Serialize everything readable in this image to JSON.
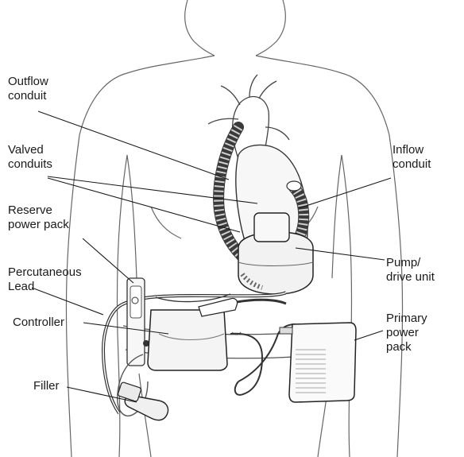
{
  "labels": {
    "outflow": [
      "Outflow",
      "conduit"
    ],
    "valved": [
      "Valved",
      "conduits"
    ],
    "reserve": [
      "Reserve",
      "power pack"
    ],
    "percutaneous": [
      "Percutaneous",
      "Lead"
    ],
    "controller": [
      "Controller"
    ],
    "filler": [
      "Filler"
    ],
    "inflow": [
      "Inflow",
      "conduit"
    ],
    "pump": [
      "Pump/",
      "drive unit"
    ],
    "primary": [
      "Primary",
      "power",
      "pack"
    ]
  },
  "colors": {
    "line": "#222222",
    "body_outline": "#555555",
    "device_fill": "#f4f4f4",
    "conduit_dark": "#3a3a3a"
  }
}
